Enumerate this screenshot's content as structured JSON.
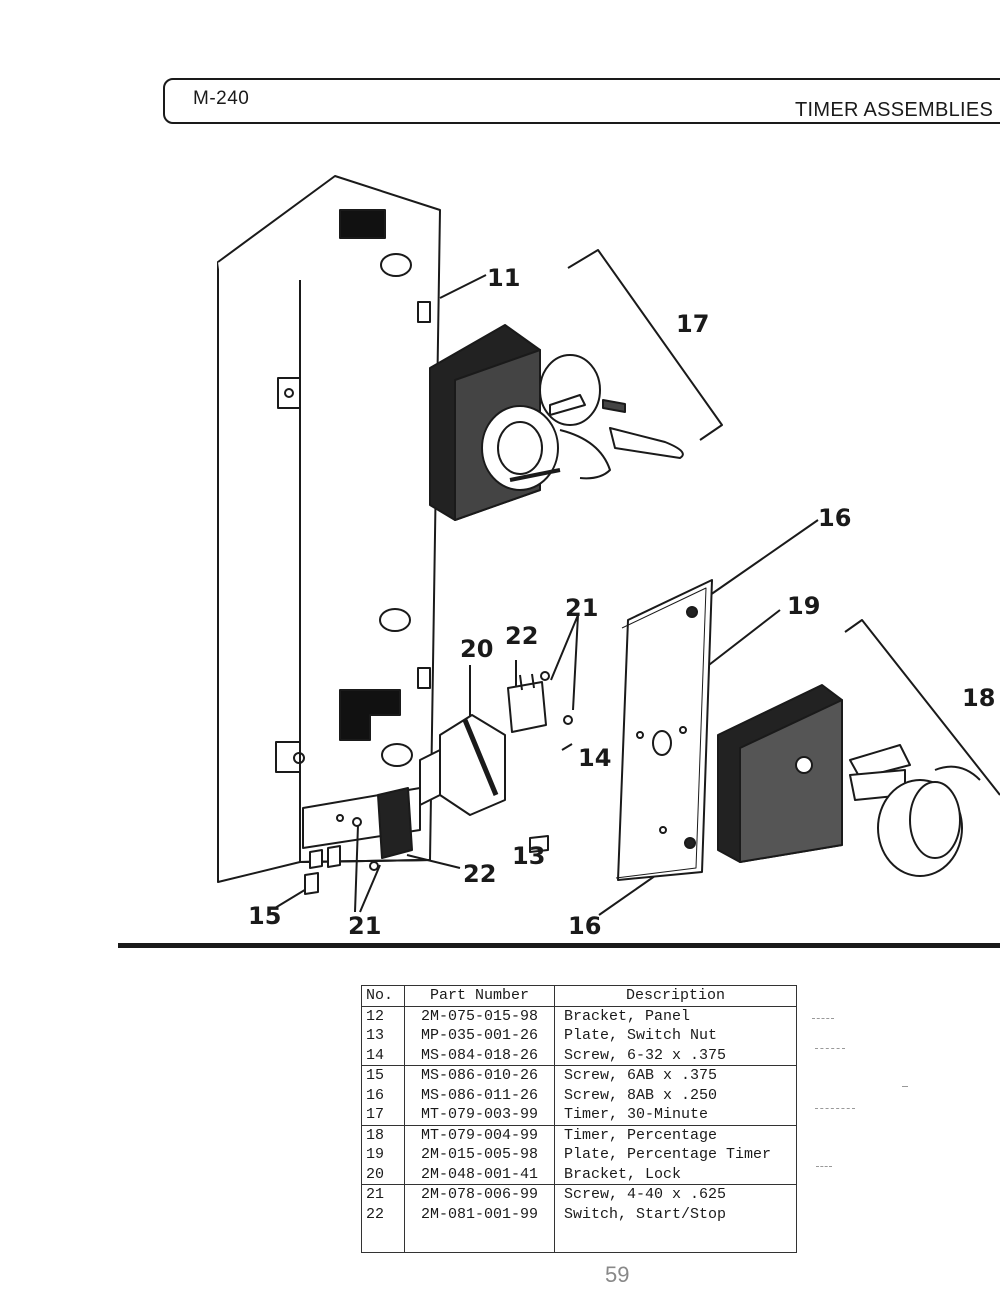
{
  "header": {
    "model": "M-240",
    "section_title": "TIMER ASSEMBLIES"
  },
  "diagram": {
    "callouts": [
      "11",
      "17",
      "16",
      "19",
      "18",
      "21",
      "22",
      "20",
      "14",
      "13",
      "15",
      "21",
      "22",
      "16"
    ]
  },
  "parts_table": {
    "headers": {
      "no": "No.",
      "part_number": "Part Number",
      "description": "Description"
    },
    "rows": [
      {
        "no": "12",
        "part_number": "2M-075-015-98",
        "description": "Bracket, Panel"
      },
      {
        "no": "13",
        "part_number": "MP-035-001-26",
        "description": "Plate, Switch Nut"
      },
      {
        "no": "14",
        "part_number": "MS-084-018-26",
        "description": "Screw, 6-32 x .375"
      },
      {
        "no": "15",
        "part_number": "MS-086-010-26",
        "description": "Screw, 6AB x .375"
      },
      {
        "no": "16",
        "part_number": "MS-086-011-26",
        "description": "Screw, 8AB x .250"
      },
      {
        "no": "17",
        "part_number": "MT-079-003-99",
        "description": "Timer, 30-Minute"
      },
      {
        "no": "18",
        "part_number": "MT-079-004-99",
        "description": "Timer, Percentage"
      },
      {
        "no": "19",
        "part_number": "2M-015-005-98",
        "description": "Plate, Percentage Timer"
      },
      {
        "no": "20",
        "part_number": "2M-048-001-41",
        "description": "Bracket, Lock"
      },
      {
        "no": "21",
        "part_number": "2M-078-006-99",
        "description": "Screw, 4-40 x .625"
      },
      {
        "no": "22",
        "part_number": "2M-081-001-99",
        "description": "Switch, Start/Stop"
      }
    ]
  },
  "footer": {
    "page_mark": "59"
  }
}
